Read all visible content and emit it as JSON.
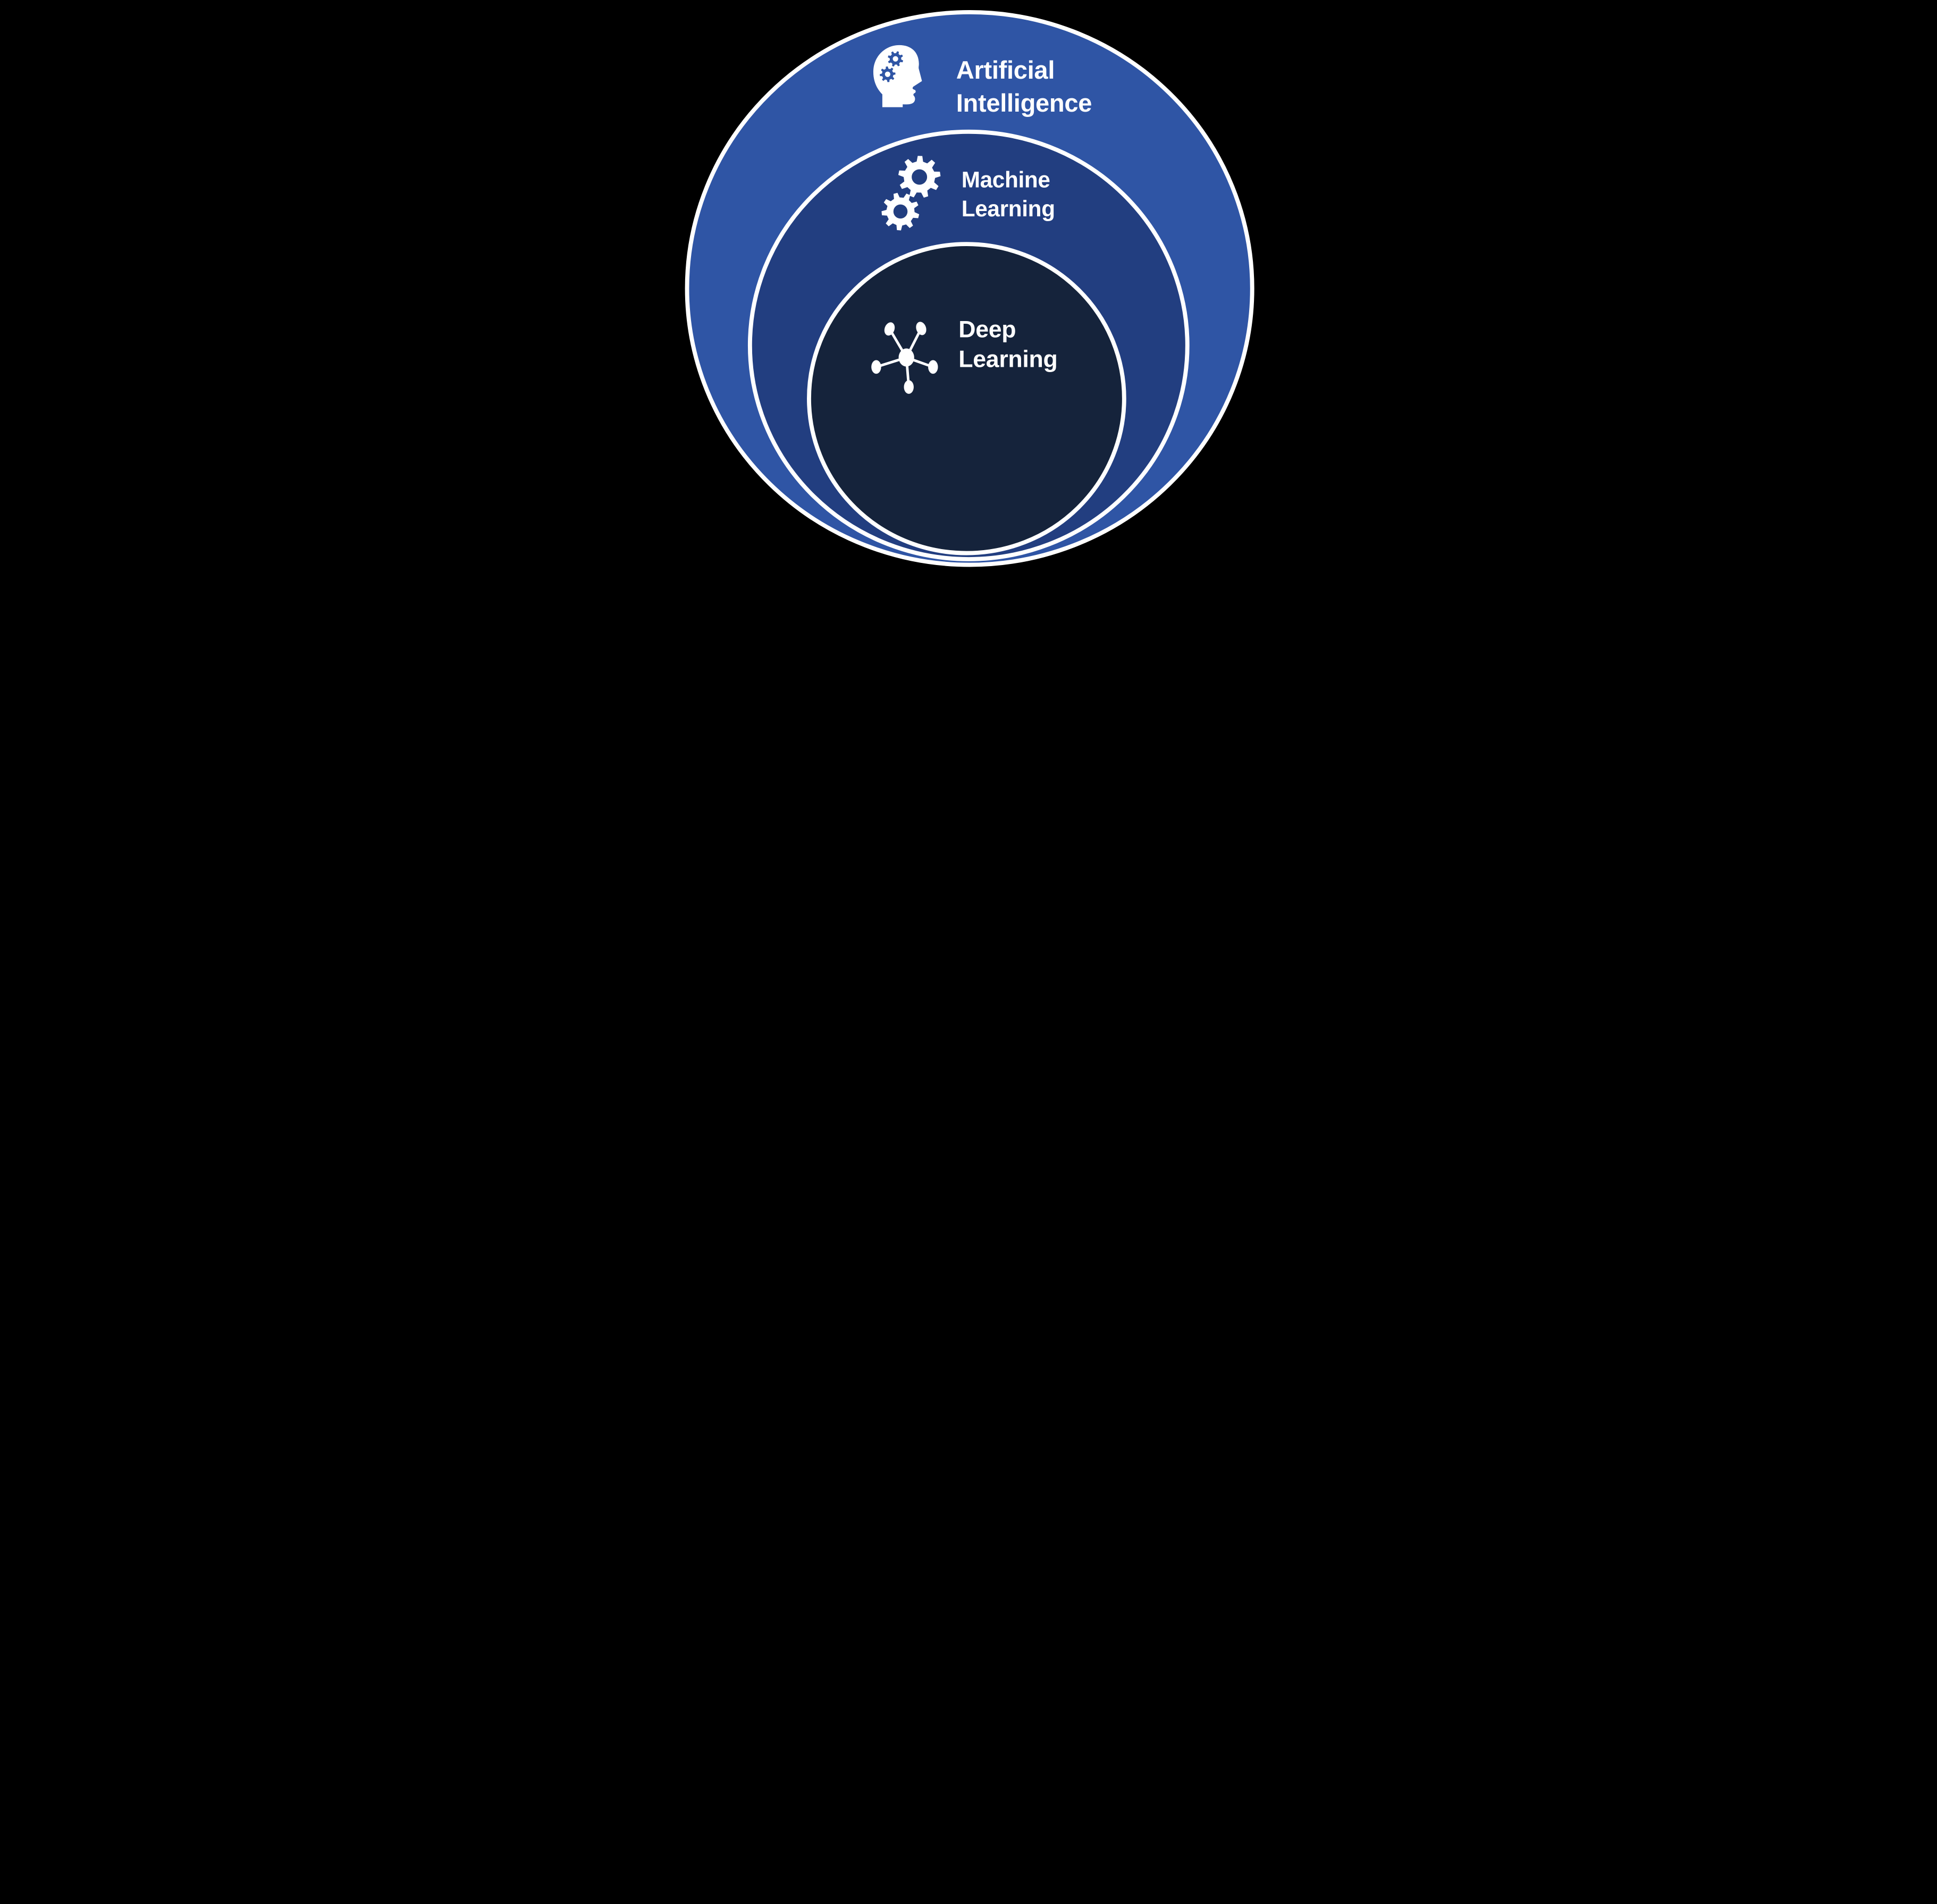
{
  "diagram": {
    "type": "nested-circles",
    "rings": [
      {
        "label_lines": [
          "Artificial",
          "Intelligence"
        ],
        "icon": "head-with-gears-icon",
        "fill": "#2F55A5"
      },
      {
        "label_lines": [
          "Machine",
          "Learning"
        ],
        "icon": "gears-icon",
        "fill": "#223E80"
      },
      {
        "label_lines": [
          "Deep",
          "Learning"
        ],
        "icon": "network-nodes-icon",
        "fill": "#15233B"
      }
    ]
  },
  "colors": {
    "background": "#000000",
    "ring_stroke": "#FFFFFF",
    "label_text": "#FFFFFF",
    "outer_fill": "#2F55A5",
    "middle_fill": "#223E80",
    "inner_fill": "#15233B"
  }
}
